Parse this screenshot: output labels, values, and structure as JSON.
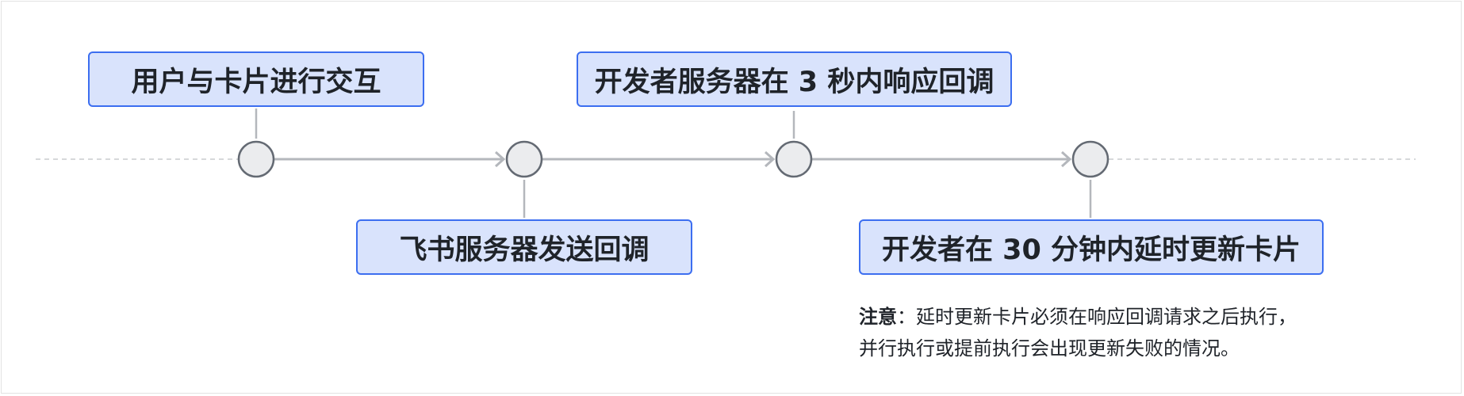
{
  "steps": [
    {
      "label": "用户与卡片进行交互"
    },
    {
      "label": "飞书服务器发送回调"
    },
    {
      "label": "开发者服务器在 3 秒内响应回调"
    },
    {
      "label": "开发者在 30 分钟内延时更新卡片"
    }
  ],
  "note": {
    "label": "注意",
    "separator": "：",
    "line1": "延时更新卡片必须在响应回调请求之后执行，",
    "line2": "并行执行或提前执行会出现更新失败的情况。"
  },
  "colors": {
    "box_fill": "#d9e3fc",
    "box_border": "#3c6ef0",
    "node_fill": "#ebecee",
    "node_stroke": "#646a73",
    "connector": "#b4b7bc",
    "text": "#1f2329"
  }
}
